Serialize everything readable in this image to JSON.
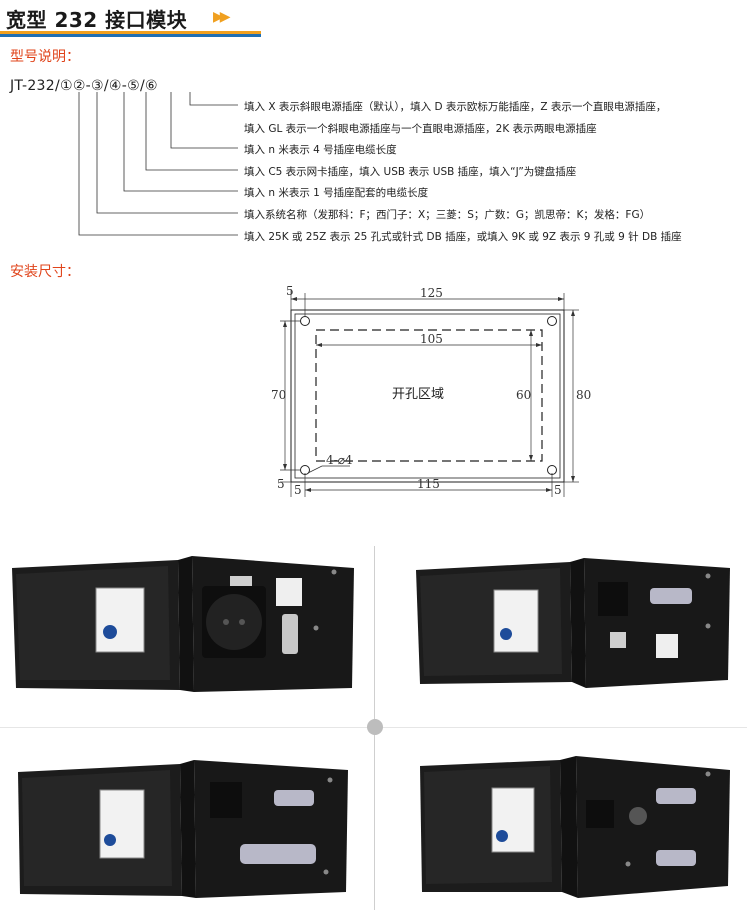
{
  "header": {
    "title": "宽型 232 接口模块",
    "arrow_icon": "double-right-arrow",
    "accent_color": "#f0a020",
    "line_color": "#1f6fb5"
  },
  "model_section": {
    "heading": "型号说明：",
    "code": "JT-232/①②-③/④-⑤/⑥",
    "descriptions": [
      "填入 X 表示斜眼电源插座（默认），填入 D 表示欧标万能插座，Z 表示一个直眼电源插座，",
      "填入 GL 表示一个斜眼电源插座与一个直眼电源插座，2K 表示两眼电源插座",
      "填入 n 米表示 4 号插座电缆长度",
      "填入 C5 表示网卡插座，填入 USB 表示 USB 插座，填入“J”为键盘插座",
      "填入 n 米表示 1 号插座配套的电缆长度",
      "填入系统名称（发那科：F；西门子：X；三菱：S；广数：G；凯思帝：K；发格：FG）",
      "填入 25K 或 25Z 表示 25 孔式或针式 DB 插座，或填入 9K 或 9Z 表示 9 孔或 9 针 DB 插座"
    ]
  },
  "install_section": {
    "heading": "安装尺寸：",
    "dims": {
      "top_width": "125",
      "inner_width": "105",
      "bottom_width": "115",
      "left_height": "70",
      "right_height": "80",
      "inner_height": "60",
      "corner_top": "5",
      "corner_bottom_left": "5",
      "corner_bottom_right": "5",
      "corner_side": "5",
      "holes": "4-⌀4",
      "cutout_label": "开孔区域"
    }
  },
  "photos": [
    {
      "label": "module-photo-schuko-usb-rj45-db9"
    },
    {
      "label": "module-photo-power-db9-usb-rj45"
    },
    {
      "label": "module-photo-power-db9-db25"
    },
    {
      "label": "module-photo-rj45-ps2-db9-db9"
    }
  ]
}
